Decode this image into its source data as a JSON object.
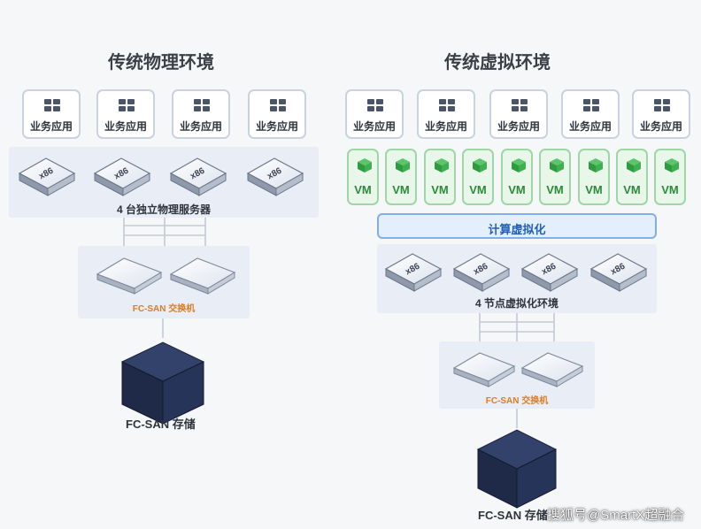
{
  "left": {
    "title": "传统物理环境",
    "apps": [
      "业务应用",
      "业务应用",
      "业务应用",
      "业务应用"
    ],
    "servers": [
      "x86",
      "x86",
      "x86",
      "x86"
    ],
    "server_group_label": "4 台独立物理服务器",
    "switch_label": "FC-SAN 交换机",
    "storage_label": "FC-SAN 存储"
  },
  "right": {
    "title": "传统虚拟环境",
    "apps": [
      "业务应用",
      "业务应用",
      "业务应用",
      "业务应用",
      "业务应用"
    ],
    "vms": [
      "VM",
      "VM",
      "VM",
      "VM",
      "VM",
      "VM",
      "VM",
      "VM",
      "VM"
    ],
    "virtualization_label": "计算虚拟化",
    "servers": [
      "x86",
      "x86",
      "x86",
      "x86"
    ],
    "server_group_label": "4 节点虚拟化环境",
    "switch_label": "FC-SAN 交换机",
    "storage_label": "FC-SAN 存储"
  },
  "watermark": "搜狐号@SmartX超融合",
  "icons": {
    "app": "app-grid-icon",
    "server": "x86-server-icon",
    "switch": "san-switch-icon",
    "storage": "storage-cube-icon",
    "vm": "vm-cube-icon"
  },
  "colors": {
    "vm_green": "#2c8a3a",
    "orange": "#e07b24",
    "virt_blue": "#1f5fb8",
    "storage_navy": "#1e2a48"
  }
}
